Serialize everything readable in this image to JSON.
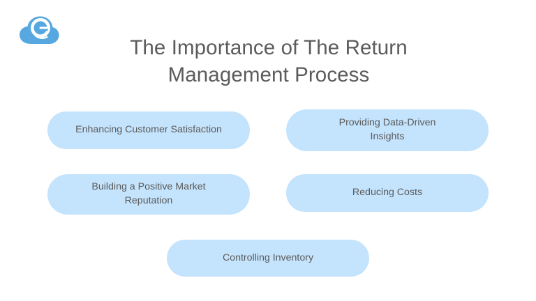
{
  "slide": {
    "background_color": "#ffffff",
    "title": "The Importance of The Return\nManagement Process",
    "title_color": "#5b5b5b"
  },
  "logo": {
    "name": "cloud-logo",
    "alt": "blue cloud with letter e swirl",
    "color": "#57a8e0"
  },
  "pills": {
    "fill_color": "#c4e3fc",
    "text_color": "#5b5b5b",
    "items": [
      {
        "id": "enhancing-customer-satisfaction",
        "label": "Enhancing Customer Satisfaction"
      },
      {
        "id": "providing-data-driven-insights",
        "label": "Providing Data-Driven\nInsights"
      },
      {
        "id": "building-a-positive-market-reputation",
        "label": "Building a Positive Market\nReputation"
      },
      {
        "id": "reducing-costs",
        "label": "Reducing Costs"
      },
      {
        "id": "controlling-inventory",
        "label": "Controlling Inventory"
      }
    ]
  }
}
